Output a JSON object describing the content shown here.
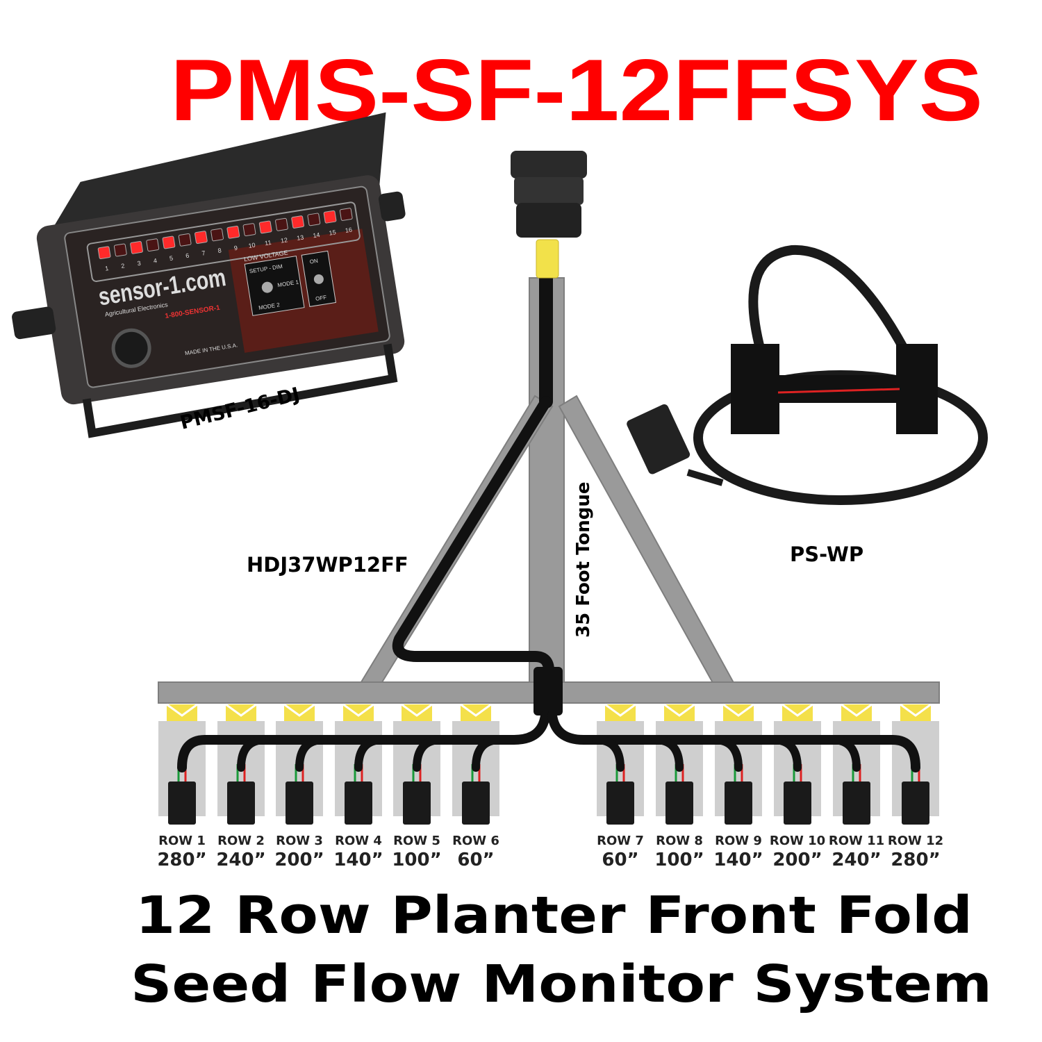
{
  "title": "PMS-SF-12FFSYS",
  "monitor": {
    "label": "PMSF-16-DJ",
    "brand": "sensor-1.com",
    "tagline": "Agricultural Electronics",
    "phone": "1-800-SENSOR-1",
    "made_in": "MADE IN THE U.S.A.",
    "low_voltage": "LOW VOLTAGE",
    "setup_dim": "SETUP - DIM",
    "mode1": "MODE 1",
    "mode2": "MODE 2",
    "on": "ON",
    "off": "OFF",
    "leds": [
      "1",
      "2",
      "3",
      "4",
      "5",
      "6",
      "7",
      "8",
      "9",
      "10",
      "11",
      "12",
      "13",
      "14",
      "15",
      "16"
    ],
    "lit": [
      1,
      3,
      5,
      7,
      9,
      11,
      13,
      15
    ]
  },
  "harness_label": "HDJ37WP12FF",
  "tongue_label": "35 Foot Tongue",
  "sensor_label": "PS-WP",
  "rows": [
    {
      "label": "ROW 1",
      "dist": "280”"
    },
    {
      "label": "ROW 2",
      "dist": "240”"
    },
    {
      "label": "ROW 3",
      "dist": "200”"
    },
    {
      "label": "ROW 4",
      "dist": "140”"
    },
    {
      "label": "ROW 5",
      "dist": "100”"
    },
    {
      "label": "ROW 6",
      "dist": "60”"
    },
    {
      "label": "ROW 7",
      "dist": "60”"
    },
    {
      "label": "ROW 8",
      "dist": "100”"
    },
    {
      "label": "ROW 9",
      "dist": "140”"
    },
    {
      "label": "ROW 10",
      "dist": "200”"
    },
    {
      "label": "ROW 11",
      "dist": "240”"
    },
    {
      "label": "ROW 12",
      "dist": "280”"
    }
  ],
  "subtitle_line1": "12 Row Planter Front Fold",
  "subtitle_line2": "Seed Flow Monitor System",
  "colors": {
    "title": "#ff0000",
    "frame": "#9a9a9a",
    "seed_tube": "#f4e04a",
    "cable": "#111111"
  }
}
